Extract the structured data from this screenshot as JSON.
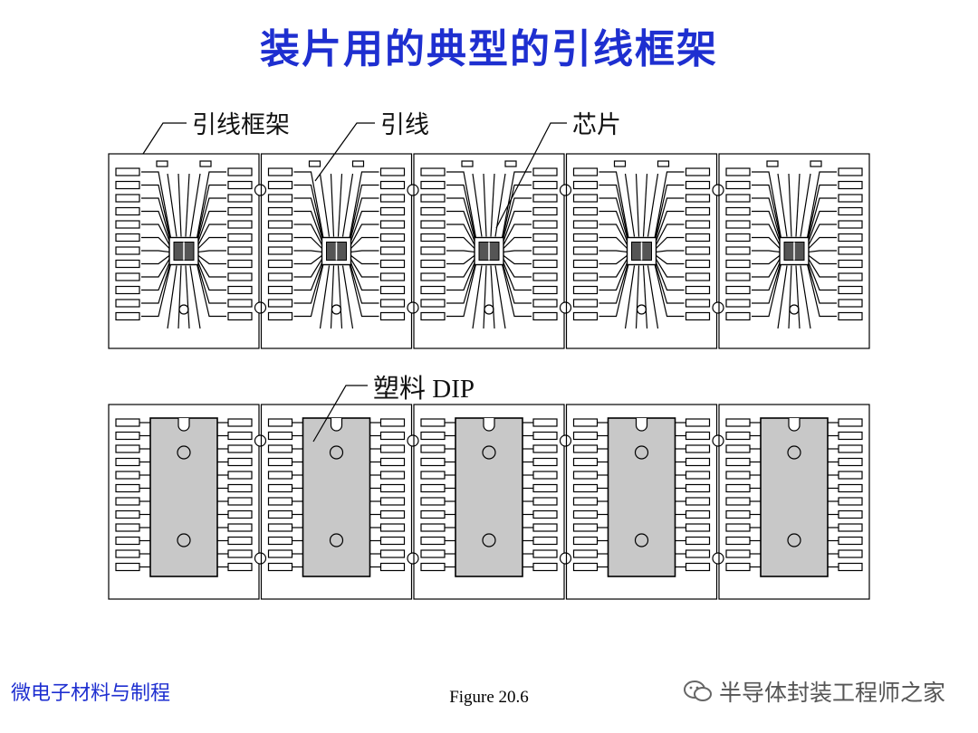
{
  "title": "装片用的典型的引线框架",
  "labels": {
    "lead_frame": "引线框架",
    "lead": "引线",
    "chip": "芯片",
    "plastic_dip": "塑料 DIP"
  },
  "footer": {
    "course": "微电子材料与制程",
    "figure": "Figure 20.6",
    "watermark": "半导体封装工程师之家"
  },
  "colors": {
    "title": "#1e2fd0",
    "package_fill": "#c8c8c8",
    "line": "#000000"
  },
  "icons": {
    "watermark_icon": "wechat-icon"
  }
}
